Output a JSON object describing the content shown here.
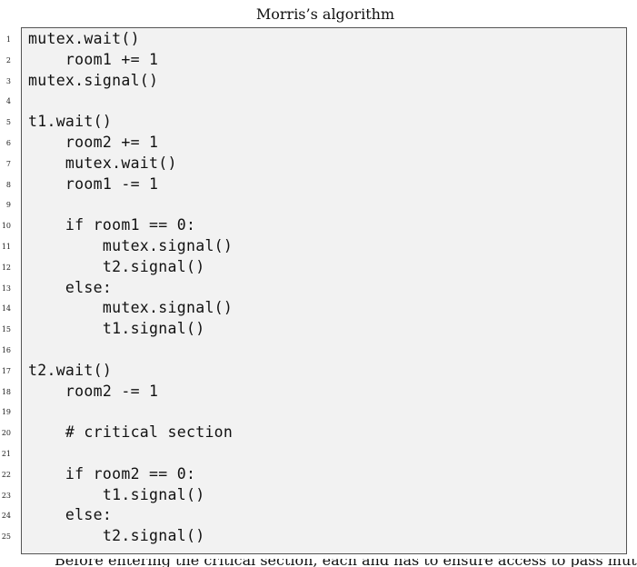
{
  "listing": {
    "title": "Morris’s algorithm",
    "lines": [
      {
        "number": "1",
        "code": "mutex.wait()"
      },
      {
        "number": "2",
        "code": "    room1 += 1"
      },
      {
        "number": "3",
        "code": "mutex.signal()"
      },
      {
        "number": "4",
        "code": ""
      },
      {
        "number": "5",
        "code": "t1.wait()"
      },
      {
        "number": "6",
        "code": "    room2 += 1"
      },
      {
        "number": "7",
        "code": "    mutex.wait()"
      },
      {
        "number": "8",
        "code": "    room1 -= 1"
      },
      {
        "number": "9",
        "code": ""
      },
      {
        "number": "10",
        "code": "    if room1 == 0:"
      },
      {
        "number": "11",
        "code": "        mutex.signal()"
      },
      {
        "number": "12",
        "code": "        t2.signal()"
      },
      {
        "number": "13",
        "code": "    else:"
      },
      {
        "number": "14",
        "code": "        mutex.signal()"
      },
      {
        "number": "15",
        "code": "        t1.signal()"
      },
      {
        "number": "16",
        "code": ""
      },
      {
        "number": "17",
        "code": "t2.wait()"
      },
      {
        "number": "18",
        "code": "    room2 -= 1"
      },
      {
        "number": "19",
        "code": ""
      },
      {
        "number": "20",
        "code": "    # critical section"
      },
      {
        "number": "21",
        "code": ""
      },
      {
        "number": "22",
        "code": "    if room2 == 0:"
      },
      {
        "number": "23",
        "code": "        t1.signal()"
      },
      {
        "number": "24",
        "code": "    else:"
      },
      {
        "number": "25",
        "code": "        t2.signal()"
      }
    ]
  },
  "trailing_text": "Before entering the critical section, each and has to ensure access to pass mutex until... The"
}
